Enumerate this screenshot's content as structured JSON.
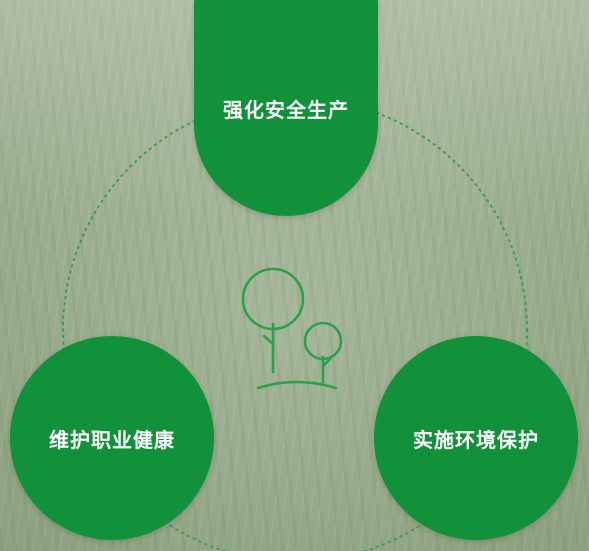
{
  "nodes": {
    "top": "强化安全生产",
    "left": "维护职业健康",
    "right": "实施环境保护"
  },
  "colors": {
    "circle_fill": "#119139",
    "ring": "#2e9a4a",
    "icon_stroke": "#2aa14b"
  },
  "icons": {
    "center": "tree-icon"
  }
}
